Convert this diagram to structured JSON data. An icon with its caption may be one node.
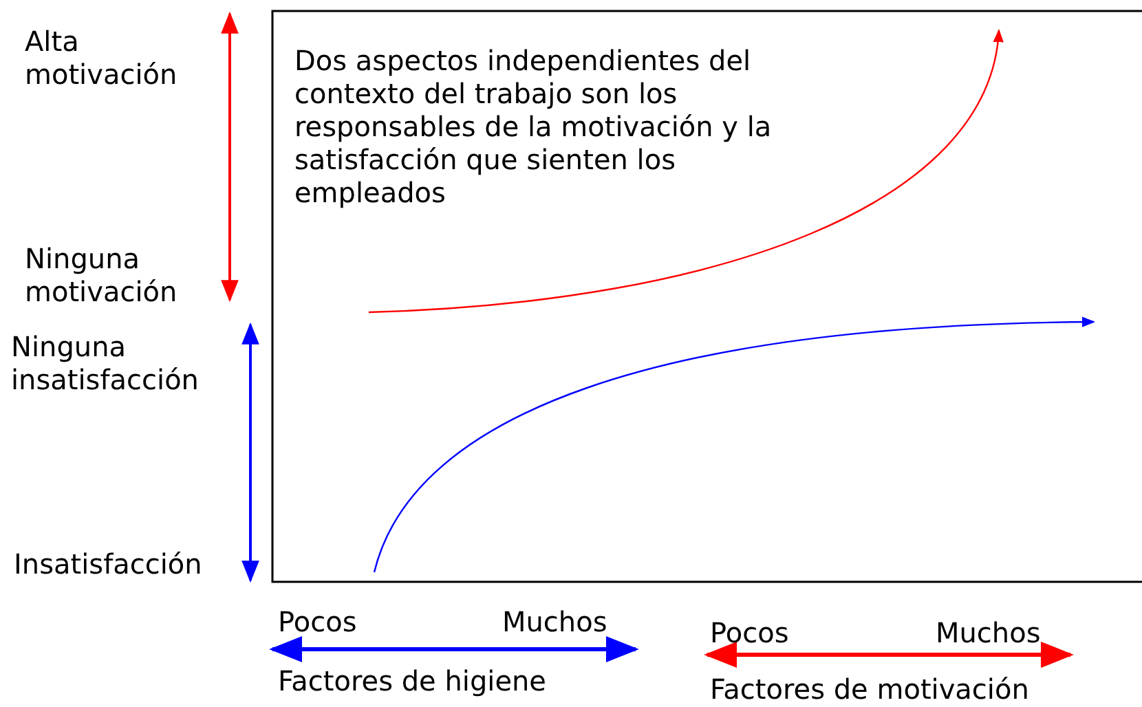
{
  "diagram": {
    "labels": [
      "Alta motivación",
      "Dos aspectos independientes del contexto del trabajo son los responsables de la motivación y la satisfacción que sienten los empleados",
      "Ninguna motivación",
      "Ninguna insatisfacción",
      "Insatisfacción",
      "Pocos",
      "Muchos",
      "Pocos",
      "Muchos",
      "Factores de higiene",
      "Factores de motivación"
    ]
  }
}
